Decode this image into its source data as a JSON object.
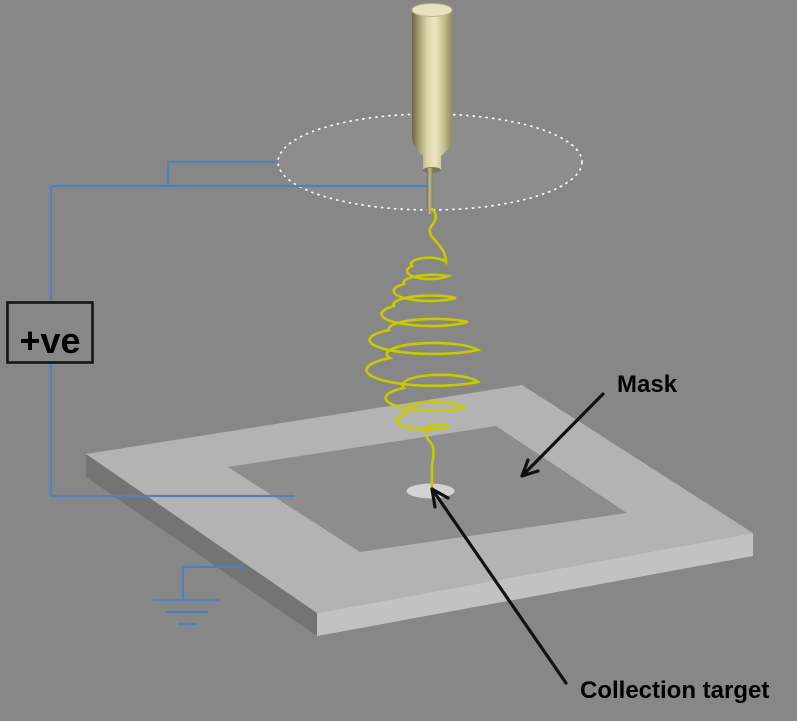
{
  "diagram": {
    "labels": {
      "voltage_source": "+ve",
      "mask": "Mask",
      "collection_target": "Collection target"
    },
    "colors": {
      "background": "#878787",
      "wire_blue": "#4f81bd",
      "fiber_yellow": "#c9c900",
      "platform_top": "#b3b3b3",
      "platform_side_left": "#747474",
      "platform_side_right": "#c2c2c2",
      "mask_recess": "#8d8d8d",
      "collection_target_spot": "#d3d3d3",
      "syringe_body": "#d9d2a7",
      "arrow_and_text": "#000000",
      "disc_outline": "#ffffff"
    }
  }
}
